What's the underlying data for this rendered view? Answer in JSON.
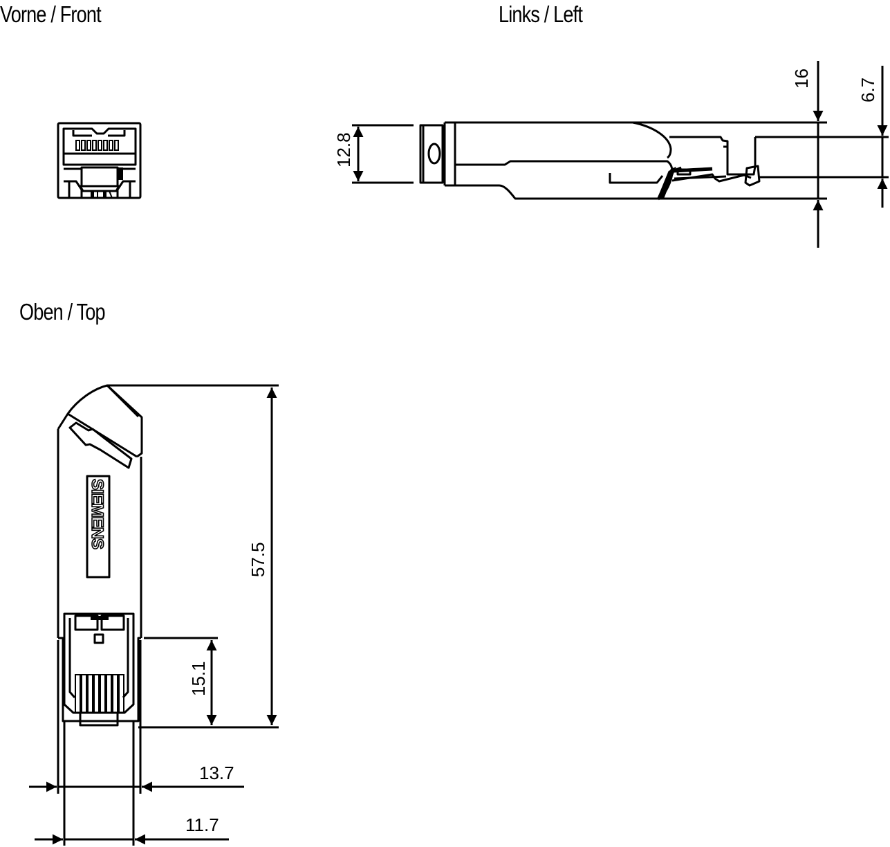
{
  "views": {
    "front": {
      "title": "Vorne / Front"
    },
    "left": {
      "title": "Links / Left"
    },
    "top": {
      "title": "Oben / Top"
    }
  },
  "brand_label": "SIEMENS",
  "dimensions": {
    "left_height": "12.8",
    "left_overall_height": "16",
    "left_cable": "6.7",
    "top_length": "57.5",
    "top_socket_length": "15.1",
    "top_width_outer": "13.7",
    "top_width_inner": "11.7"
  },
  "colors": {
    "line": "#000000",
    "background": "#ffffff"
  }
}
